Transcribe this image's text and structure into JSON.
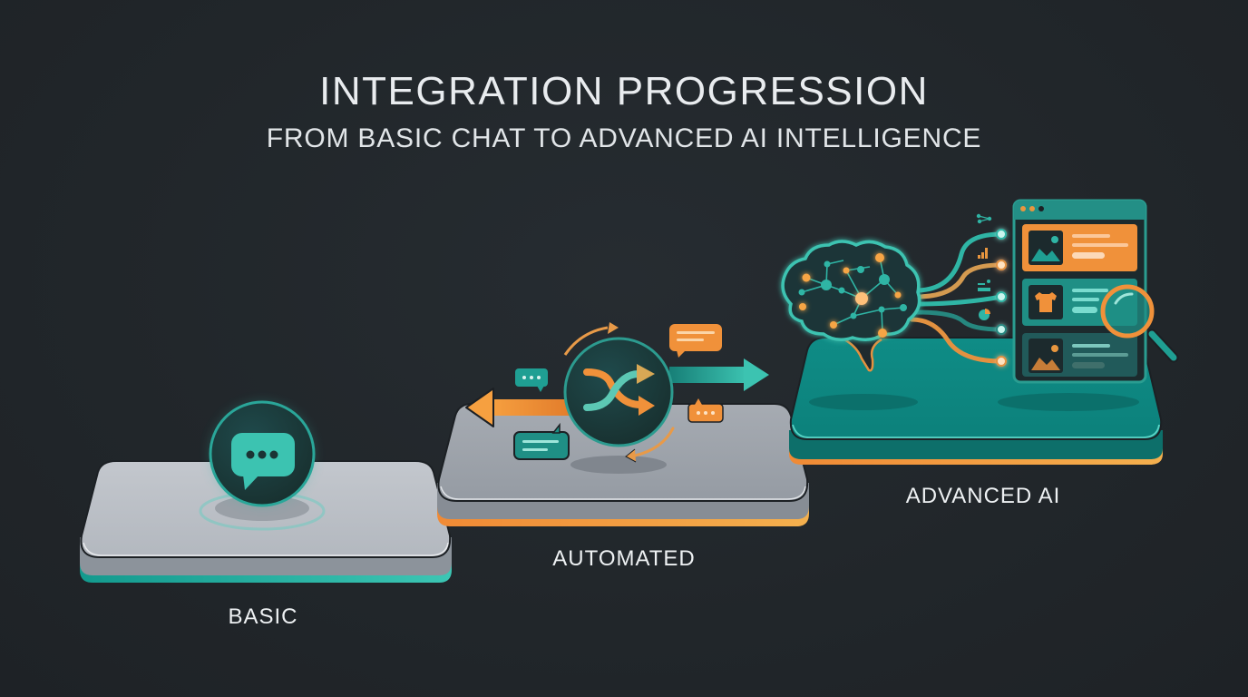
{
  "header": {
    "title": "INTEGRATION PROGRESSION",
    "subtitle": "FROM BASIC CHAT TO ADVANCED AI INTELLIGENCE"
  },
  "stages": [
    {
      "id": "basic",
      "label": "BASIC",
      "icon": "chat-bubble-icon",
      "platform_color": "#b9bec5",
      "accent_color": "#2fb5a5"
    },
    {
      "id": "automated",
      "label": "AUTOMATED",
      "icon": "shuffle-arrows-icon",
      "platform_color": "#9aa0a8",
      "accent_color": "#f0913a"
    },
    {
      "id": "advanced-ai",
      "label": "ADVANCED AI",
      "icon": "brain-network-icon",
      "platform_color": "#0e8a83",
      "accent_color": "#f0913a"
    }
  ],
  "colors": {
    "background": "#22272b",
    "teal": "#2fb5a5",
    "teal_dark": "#0f7f78",
    "orange": "#f0913a",
    "text": "#e9ecef"
  }
}
